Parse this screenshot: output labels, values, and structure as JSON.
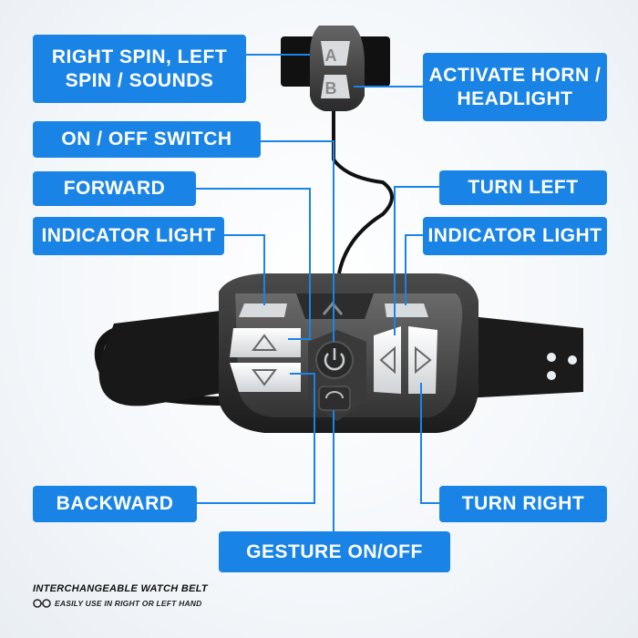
{
  "callouts": {
    "right_spin": "RIGHT SPIN, LEFT\nSPIN / SOUNDS",
    "activate_horn": "ACTIVATE HORN /\nHEADLIGHT",
    "on_off": "ON / OFF SWITCH",
    "forward": "FORWARD",
    "turn_left": "TURN LEFT",
    "indicator_left": "INDICATOR LIGHT",
    "indicator_right": "INDICATOR LIGHT",
    "backward": "BACKWARD",
    "turn_right": "TURN RIGHT",
    "gesture": "GESTURE ON/OFF"
  },
  "remote": {
    "button_a": "A",
    "button_b": "B"
  },
  "footer": {
    "title": "INTERCHANGEABLE WATCH BELT",
    "subtitle": "EASILY USE IN RIGHT OR LEFT HAND"
  },
  "colors": {
    "callout_bg": "#1a84e6",
    "leader_line": "#1a84e6",
    "device_body": "#2a2a2a",
    "strap": "#141414"
  }
}
